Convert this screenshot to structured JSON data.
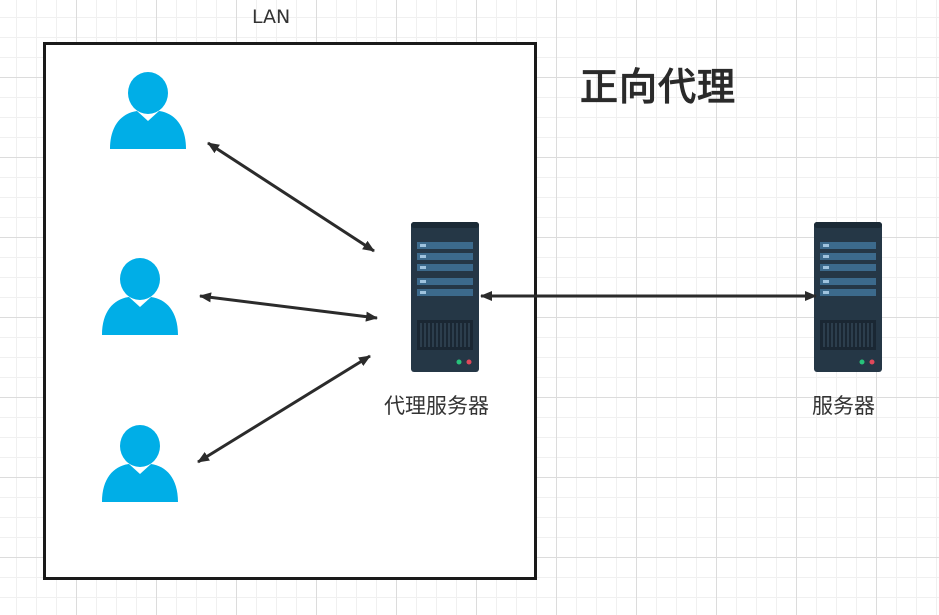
{
  "diagram": {
    "lan_label": "LAN",
    "title": "正向代理",
    "proxy_server_label": "代理服务器",
    "server_label": "服务器"
  },
  "colors": {
    "user_icon": "#00aee7",
    "server_body": "#253746",
    "server_stripe": "#3c6a8c",
    "arrow": "#2b2b2b",
    "box_border": "#1a1a1a"
  },
  "icons": {
    "user": "person-icon",
    "server": "server-rack-icon"
  }
}
